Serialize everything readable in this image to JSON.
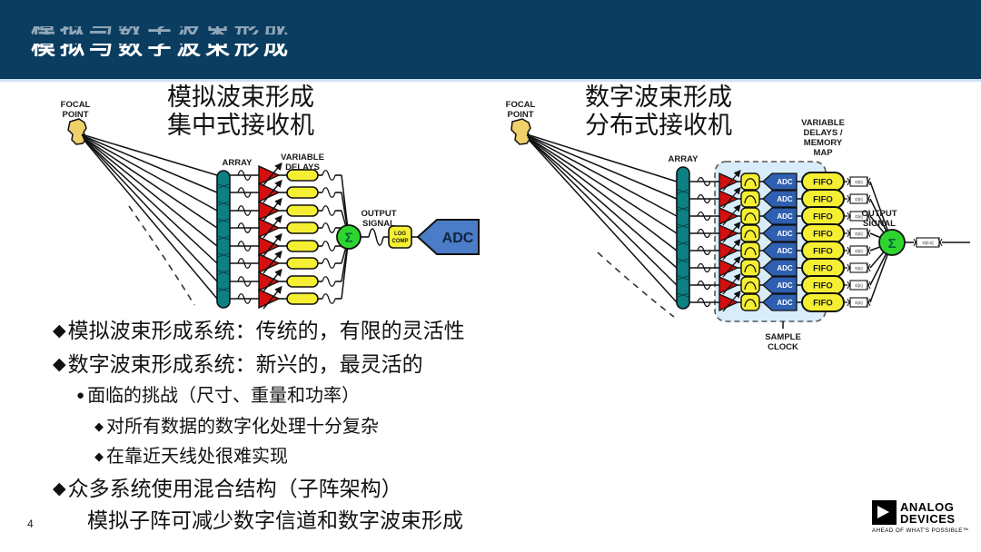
{
  "header": {
    "title": "模拟与数字波束形成"
  },
  "page_number": "4",
  "left_diagram": {
    "title_line1": "模拟波束形成",
    "title_line2": "集中式接收机",
    "focal_point_line1": "FOCAL",
    "focal_point_line2": "POINT",
    "array_label": "ARRAY",
    "variable_delays_line1": "VARIABLE",
    "variable_delays_line2": "DELAYS",
    "output_signal_line1": "OUTPUT",
    "output_signal_line2": "SIGNAL",
    "sum_symbol": "Σ",
    "log_comp_line1": "LOG",
    "log_comp_line2": "COMP",
    "adc_label": "ADC",
    "channel_count": 8
  },
  "right_diagram": {
    "title_line1": "数字波束形成",
    "title_line2": "分布式接收机",
    "focal_point_line1": "FOCAL",
    "focal_point_line2": "POINT",
    "array_label": "ARRAY",
    "memory_map_line1": "VARIABLE",
    "memory_map_line2": "DELAYS /",
    "memory_map_line3": "MEMORY",
    "memory_map_line4": "MAP",
    "adc_label": "ADC",
    "fifo_label": "FIFO",
    "word_label": "D[n]",
    "output_word_label": "D[0:n]",
    "sum_symbol": "Σ",
    "sample_clock_line1": "SAMPLE",
    "sample_clock_line2": "CLOCK",
    "output_signal_line1": "OUTPUT",
    "output_signal_line2": "SIGNAL",
    "channel_count": 8
  },
  "bullets": [
    {
      "marker": "◆",
      "text": "模拟波束形成系统：传统的，有限的灵活性"
    },
    {
      "marker": "◆",
      "text": "数字波束形成系统：新兴的，最灵活的"
    },
    {
      "marker": "●",
      "text": "面临的挑战（尺寸、重量和功率）"
    },
    {
      "marker": "◆",
      "text": "对所有数据的数字化处理十分复杂"
    },
    {
      "marker": "◆",
      "text": "在靠近天线处很难实现"
    },
    {
      "marker": "◆",
      "text": "众多系统使用混合结构（子阵架构）"
    },
    {
      "marker": "",
      "text": "模拟子阵可减少数字信道和数字波束形成"
    }
  ],
  "logo": {
    "name_line1": "ANALOG",
    "name_line2": "DEVICES",
    "tagline": "AHEAD OF WHAT'S POSSIBLE™"
  },
  "colors": {
    "header_navy": "#0b3d61",
    "array_teal": "#0d8083",
    "amp_red": "#d40f0f",
    "delay_yellow": "#f5ef33",
    "sum_green": "#2fd42f",
    "adc_blue_large": "#4a7cc7",
    "adc_blue_small": "#2e5fb0",
    "sample_region_blue": "#d9ecf9"
  }
}
